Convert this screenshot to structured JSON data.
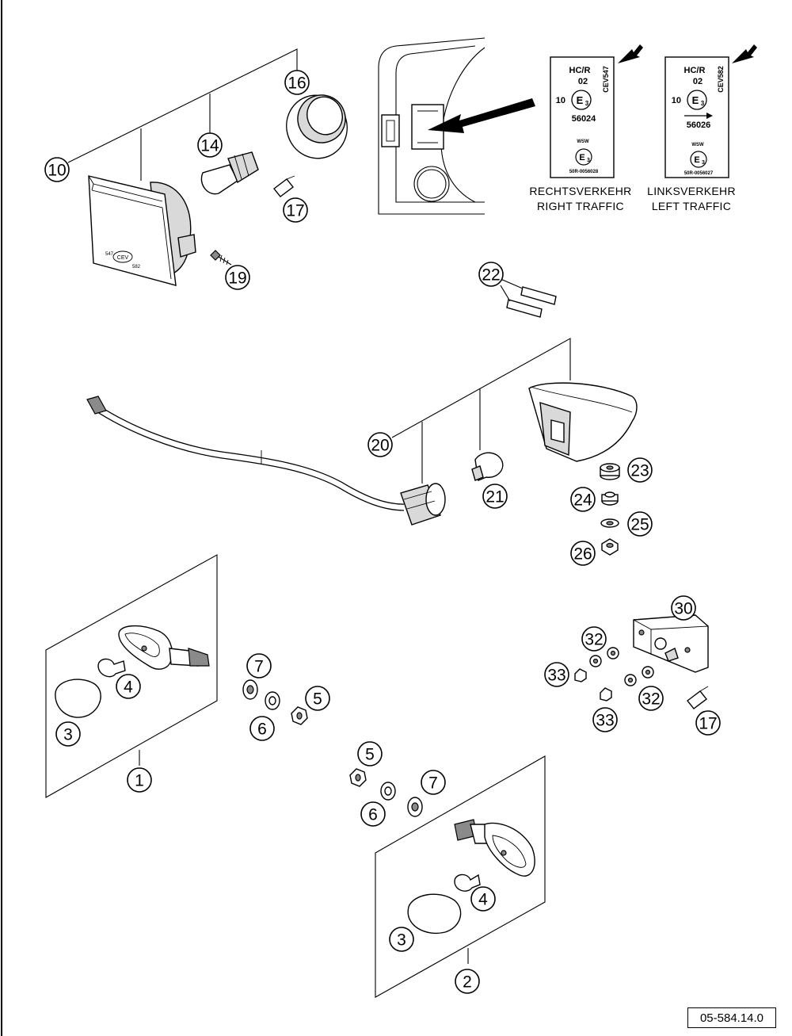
{
  "callouts": {
    "c10": "10",
    "c14": "14",
    "c16": "16",
    "c17a": "17",
    "c19": "19",
    "c22": "22",
    "c20": "20",
    "c21": "21",
    "c23": "23",
    "c24": "24",
    "c25": "25",
    "c26": "26",
    "c1": "1",
    "c3a": "3",
    "c4a": "4",
    "c7a": "7",
    "c6a": "6",
    "c5a": "5",
    "c30": "30",
    "c32a": "32",
    "c33a": "33",
    "c32b": "32",
    "c33b": "33",
    "c17b": "17",
    "c5b": "5",
    "c6b": "6",
    "c7b": "7",
    "c4b": "4",
    "c3b": "3",
    "c2": "2"
  },
  "homologation_labels": [
    {
      "hcr": "HC/R",
      "class": "02",
      "mark_prefix": "10",
      "mark": "E",
      "mark_sub": "3",
      "number": "56024",
      "wsw": "WSW",
      "wsw_mark": "E",
      "wsw_sub": "3",
      "code": "50R-0056028",
      "maker": "CEV547",
      "caption_de": "RECHTSVERKEHR",
      "caption_en": "RIGHT TRAFFIC"
    },
    {
      "hcr": "HC/R",
      "class": "02",
      "mark_prefix": "10",
      "mark": "E",
      "mark_sub": "3",
      "number": "56026",
      "wsw": "WSW",
      "wsw_mark": "E",
      "wsw_sub": "3",
      "code": "50R-0056027",
      "maker": "CEV582",
      "caption_de": "LINKSVERKEHR",
      "caption_en": "LEFT TRAFFIC"
    }
  ],
  "headlight_lens_text": {
    "left": "547",
    "brand": "CEV",
    "right": "582"
  },
  "diagram_code": "05-584.14.0"
}
